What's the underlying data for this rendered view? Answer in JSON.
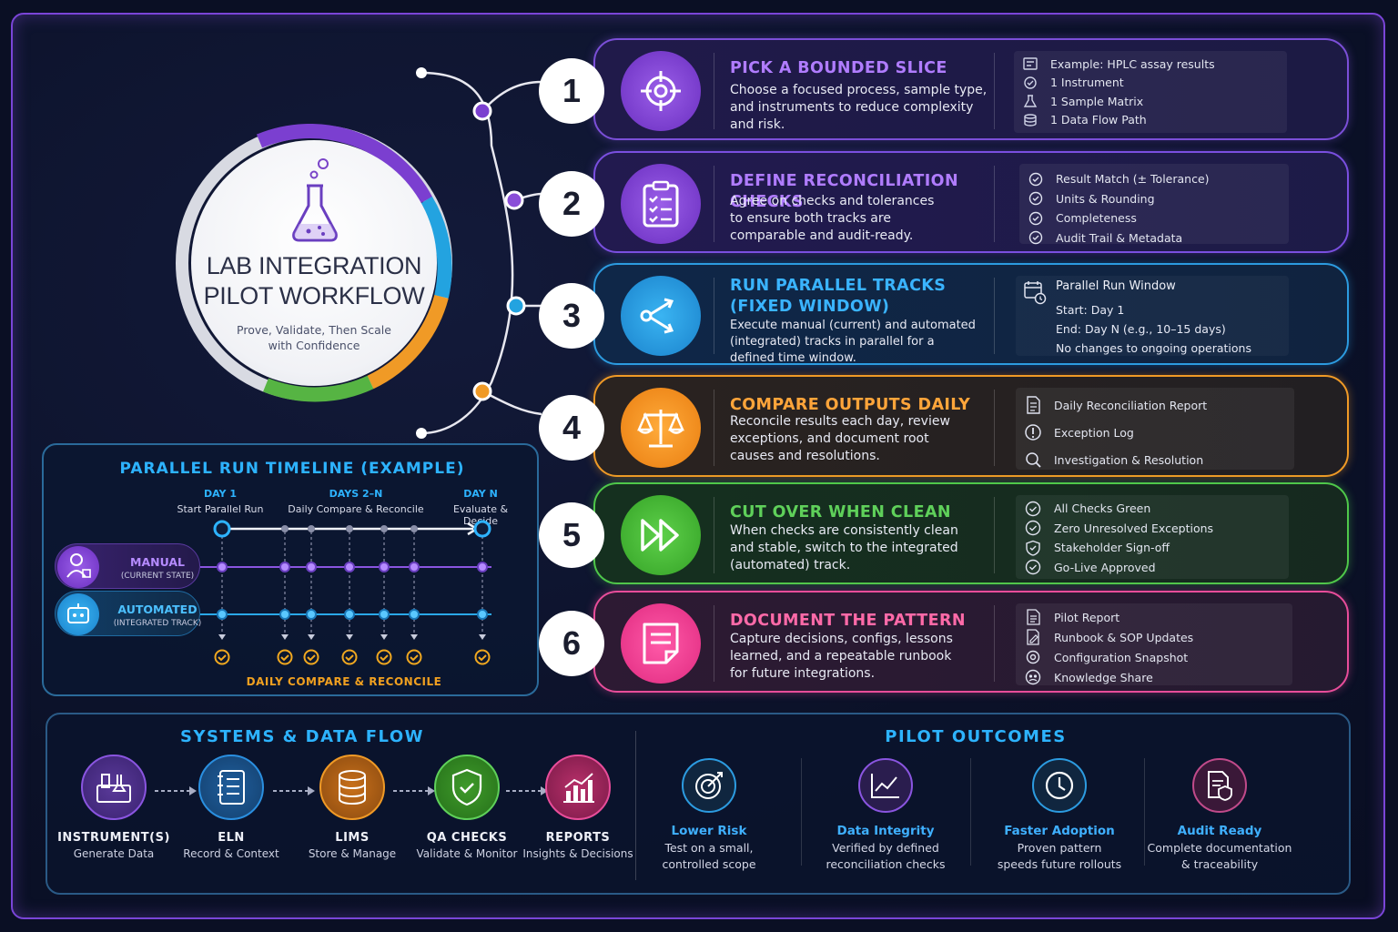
{
  "hero": {
    "title": "LAB INTEGRATION\nPILOT WORKFLOW",
    "subtitle": "Prove, Validate, Then Scale\nwith Confidence",
    "icon": "flask-icon"
  },
  "colors": {
    "purple": "#7b4fd8",
    "violet": "#7a4fe0",
    "blue": "#2c9be0",
    "orange": "#f09a26",
    "green": "#4fc84a",
    "pink": "#e84d9a",
    "accent_title": "#2db3ff"
  },
  "steps": [
    {
      "number": "1",
      "title": "PICK A BOUNDED SLICE",
      "description": "Choose a focused process, sample type,\nand instruments to reduce complexity\nand risk.",
      "icon": "target-icon",
      "items": [
        {
          "icon": "instrument-icon",
          "text": "Example: HPLC assay results"
        },
        {
          "icon": "gauge-icon",
          "text": "1 Instrument"
        },
        {
          "icon": "beaker-icon",
          "text": "1 Sample Matrix"
        },
        {
          "icon": "database-icon",
          "text": "1 Data Flow Path"
        }
      ]
    },
    {
      "number": "2",
      "title": "DEFINE RECONCILIATION CHECKS",
      "description": "Agree on checks and tolerances\nto ensure both tracks are\ncomparable and audit-ready.",
      "icon": "clipboard-checklist-icon",
      "items": [
        {
          "icon": "check-circle-icon",
          "text": "Result Match (± Tolerance)"
        },
        {
          "icon": "check-circle-icon",
          "text": "Units & Rounding"
        },
        {
          "icon": "check-circle-icon",
          "text": "Completeness"
        },
        {
          "icon": "check-circle-icon",
          "text": "Audit Trail & Metadata"
        }
      ]
    },
    {
      "number": "3",
      "title": "RUN PARALLEL TRACKS\n(FIXED WINDOW)",
      "description": "Execute manual (current) and automated\n(integrated) tracks in parallel for a\ndefined time window.",
      "icon": "share-branch-icon",
      "side_title": "Parallel Run Window",
      "side_icon": "calendar-clock-icon",
      "items": [
        {
          "text": "Start: Day 1"
        },
        {
          "text": "End: Day N (e.g., 10–15 days)"
        },
        {
          "text": "No changes to ongoing operations"
        }
      ]
    },
    {
      "number": "4",
      "title": "COMPARE OUTPUTS DAILY",
      "description": "Reconcile results each day, review\nexceptions, and document root\ncauses and resolutions.",
      "icon": "scales-icon",
      "items": [
        {
          "icon": "document-icon",
          "text": "Daily Reconciliation Report"
        },
        {
          "icon": "exclamation-circle-icon",
          "text": "Exception Log"
        },
        {
          "icon": "magnifier-icon",
          "text": "Investigation & Resolution"
        }
      ]
    },
    {
      "number": "5",
      "title": "CUT OVER WHEN CLEAN",
      "description": "When checks are consistently clean\nand stable, switch to the integrated\n(automated) track.",
      "icon": "fast-forward-icon",
      "items": [
        {
          "icon": "check-circle-icon",
          "text": "All Checks Green"
        },
        {
          "icon": "check-circle-icon",
          "text": "Zero Unresolved Exceptions"
        },
        {
          "icon": "shield-check-icon",
          "text": "Stakeholder Sign-off"
        },
        {
          "icon": "check-circle-icon",
          "text": "Go-Live Approved"
        }
      ]
    },
    {
      "number": "6",
      "title": "DOCUMENT THE PATTERN",
      "description": "Capture decisions, configs, lessons\nlearned, and a repeatable runbook\nfor future integrations.",
      "icon": "note-icon",
      "items": [
        {
          "icon": "report-icon",
          "text": "Pilot Report"
        },
        {
          "icon": "edit-doc-icon",
          "text": "Runbook & SOP Updates"
        },
        {
          "icon": "gear-icon",
          "text": "Configuration Snapshot"
        },
        {
          "icon": "people-icon",
          "text": "Knowledge Share"
        }
      ]
    }
  ],
  "timeline": {
    "title": "PARALLEL RUN TIMELINE (EXAMPLE)",
    "milestones": [
      {
        "day": "DAY 1",
        "label": "Start Parallel Run"
      },
      {
        "day": "DAYS 2–N",
        "label": "Daily Compare & Reconcile"
      },
      {
        "day": "DAY N",
        "label": "Evaluate & Decide"
      }
    ],
    "tracks": [
      {
        "name": "MANUAL",
        "sub": "(CURRENT STATE)",
        "icon": "technician-icon"
      },
      {
        "name": "AUTOMATED",
        "sub": "(INTEGRATED TRACK)",
        "icon": "robot-icon"
      }
    ],
    "footer": "DAILY COMPARE & RECONCILE"
  },
  "systems": {
    "title": "SYSTEMS & DATA FLOW",
    "nodes": [
      {
        "name": "INSTRUMENT(S)",
        "sub": "Generate Data",
        "icon": "instrument-icon",
        "color": "#7a45c8"
      },
      {
        "name": "ELN",
        "sub": "Record & Context",
        "icon": "notebook-icon",
        "color": "#2a7fcf"
      },
      {
        "name": "LIMS",
        "sub": "Store & Manage",
        "icon": "database-icon",
        "color": "#e8861e"
      },
      {
        "name": "QA CHECKS",
        "sub": "Validate & Monitor",
        "icon": "shield-check-icon",
        "color": "#4fb43a"
      },
      {
        "name": "REPORTS",
        "sub": "Insights & Decisions",
        "icon": "bar-chart-icon",
        "color": "#e0457a"
      }
    ]
  },
  "outcomes": {
    "title": "PILOT OUTCOMES",
    "items": [
      {
        "name": "Lower Risk",
        "sub": "Test on a small,\ncontrolled scope",
        "icon": "target-icon",
        "color": "#2c9be0"
      },
      {
        "name": "Data Integrity",
        "sub": "Verified by defined\nreconciliation checks",
        "icon": "line-chart-icon",
        "color": "#7a45c8"
      },
      {
        "name": "Faster Adoption",
        "sub": "Proven pattern\nspeeds future rollouts",
        "icon": "clock-icon",
        "color": "#2c9be0"
      },
      {
        "name": "Audit Ready",
        "sub": "Complete documentation\n& traceability",
        "icon": "document-shield-icon",
        "color": "#c04a8a"
      }
    ]
  }
}
